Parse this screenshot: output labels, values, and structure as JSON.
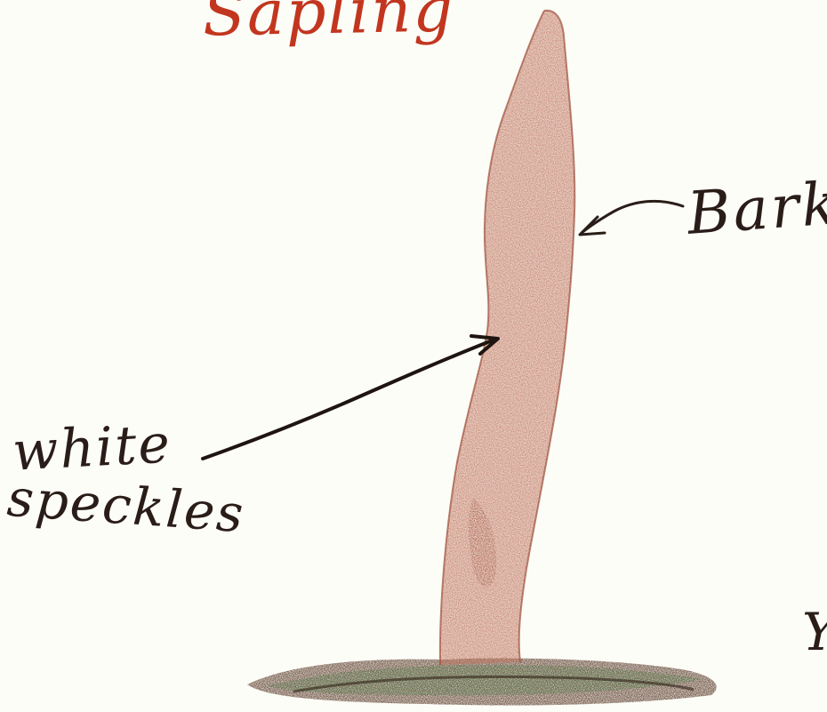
{
  "title": "Sapling",
  "labels": {
    "bark": "Bark",
    "white_speckles_line1": "white",
    "white_speckles_line2": "speckles",
    "edge_fragment": "Y"
  },
  "colors": {
    "paper": "#fdfdf8",
    "bark": "#b5644f",
    "bark_dark": "#8a3f2c",
    "ground_brown": "#5a3b2a",
    "ground_green": "#3f7a3a",
    "ink": "#2a1d18",
    "title_red": "#c2361f"
  }
}
